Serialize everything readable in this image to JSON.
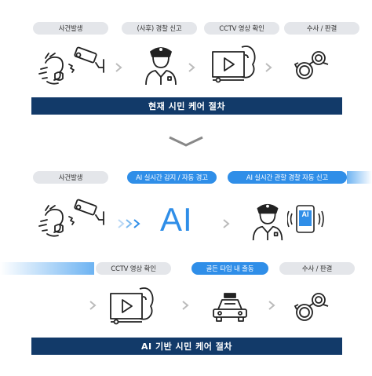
{
  "current_process": {
    "steps": [
      {
        "label": "사건발생",
        "icon": "incident-icon"
      },
      {
        "label": "(사후) 경찰 신고",
        "icon": "police-officer-icon"
      },
      {
        "label": "CCTV 영상 확인",
        "icon": "video-review-icon"
      },
      {
        "label": "수사 / 판결",
        "icon": "handcuffs-icon"
      }
    ],
    "banner": "현재 시민 케어 절차"
  },
  "ai_process": {
    "row1": [
      {
        "label": "사건발생",
        "icon": "incident-icon"
      },
      {
        "label": "AI 실시간 감지 / 자동 경고",
        "icon": "ai-text"
      },
      {
        "label": "AI 실시간 관할 경찰 자동 신고",
        "icon": "police-phone-icon"
      }
    ],
    "ai_label": "AI",
    "phone_ai_label": "AI",
    "row2": [
      {
        "label": "CCTV 영상 확인",
        "icon": "video-review-icon"
      },
      {
        "label": "골든 타임 내 출동",
        "icon": "police-car-icon"
      },
      {
        "label": "수사 / 판결",
        "icon": "handcuffs-icon"
      }
    ],
    "banner": "AI 기반 시민 케어 절차"
  },
  "colors": {
    "navy": "#123a69",
    "blue": "#2f8ee8",
    "pill_gray": "#e4e6ea"
  }
}
